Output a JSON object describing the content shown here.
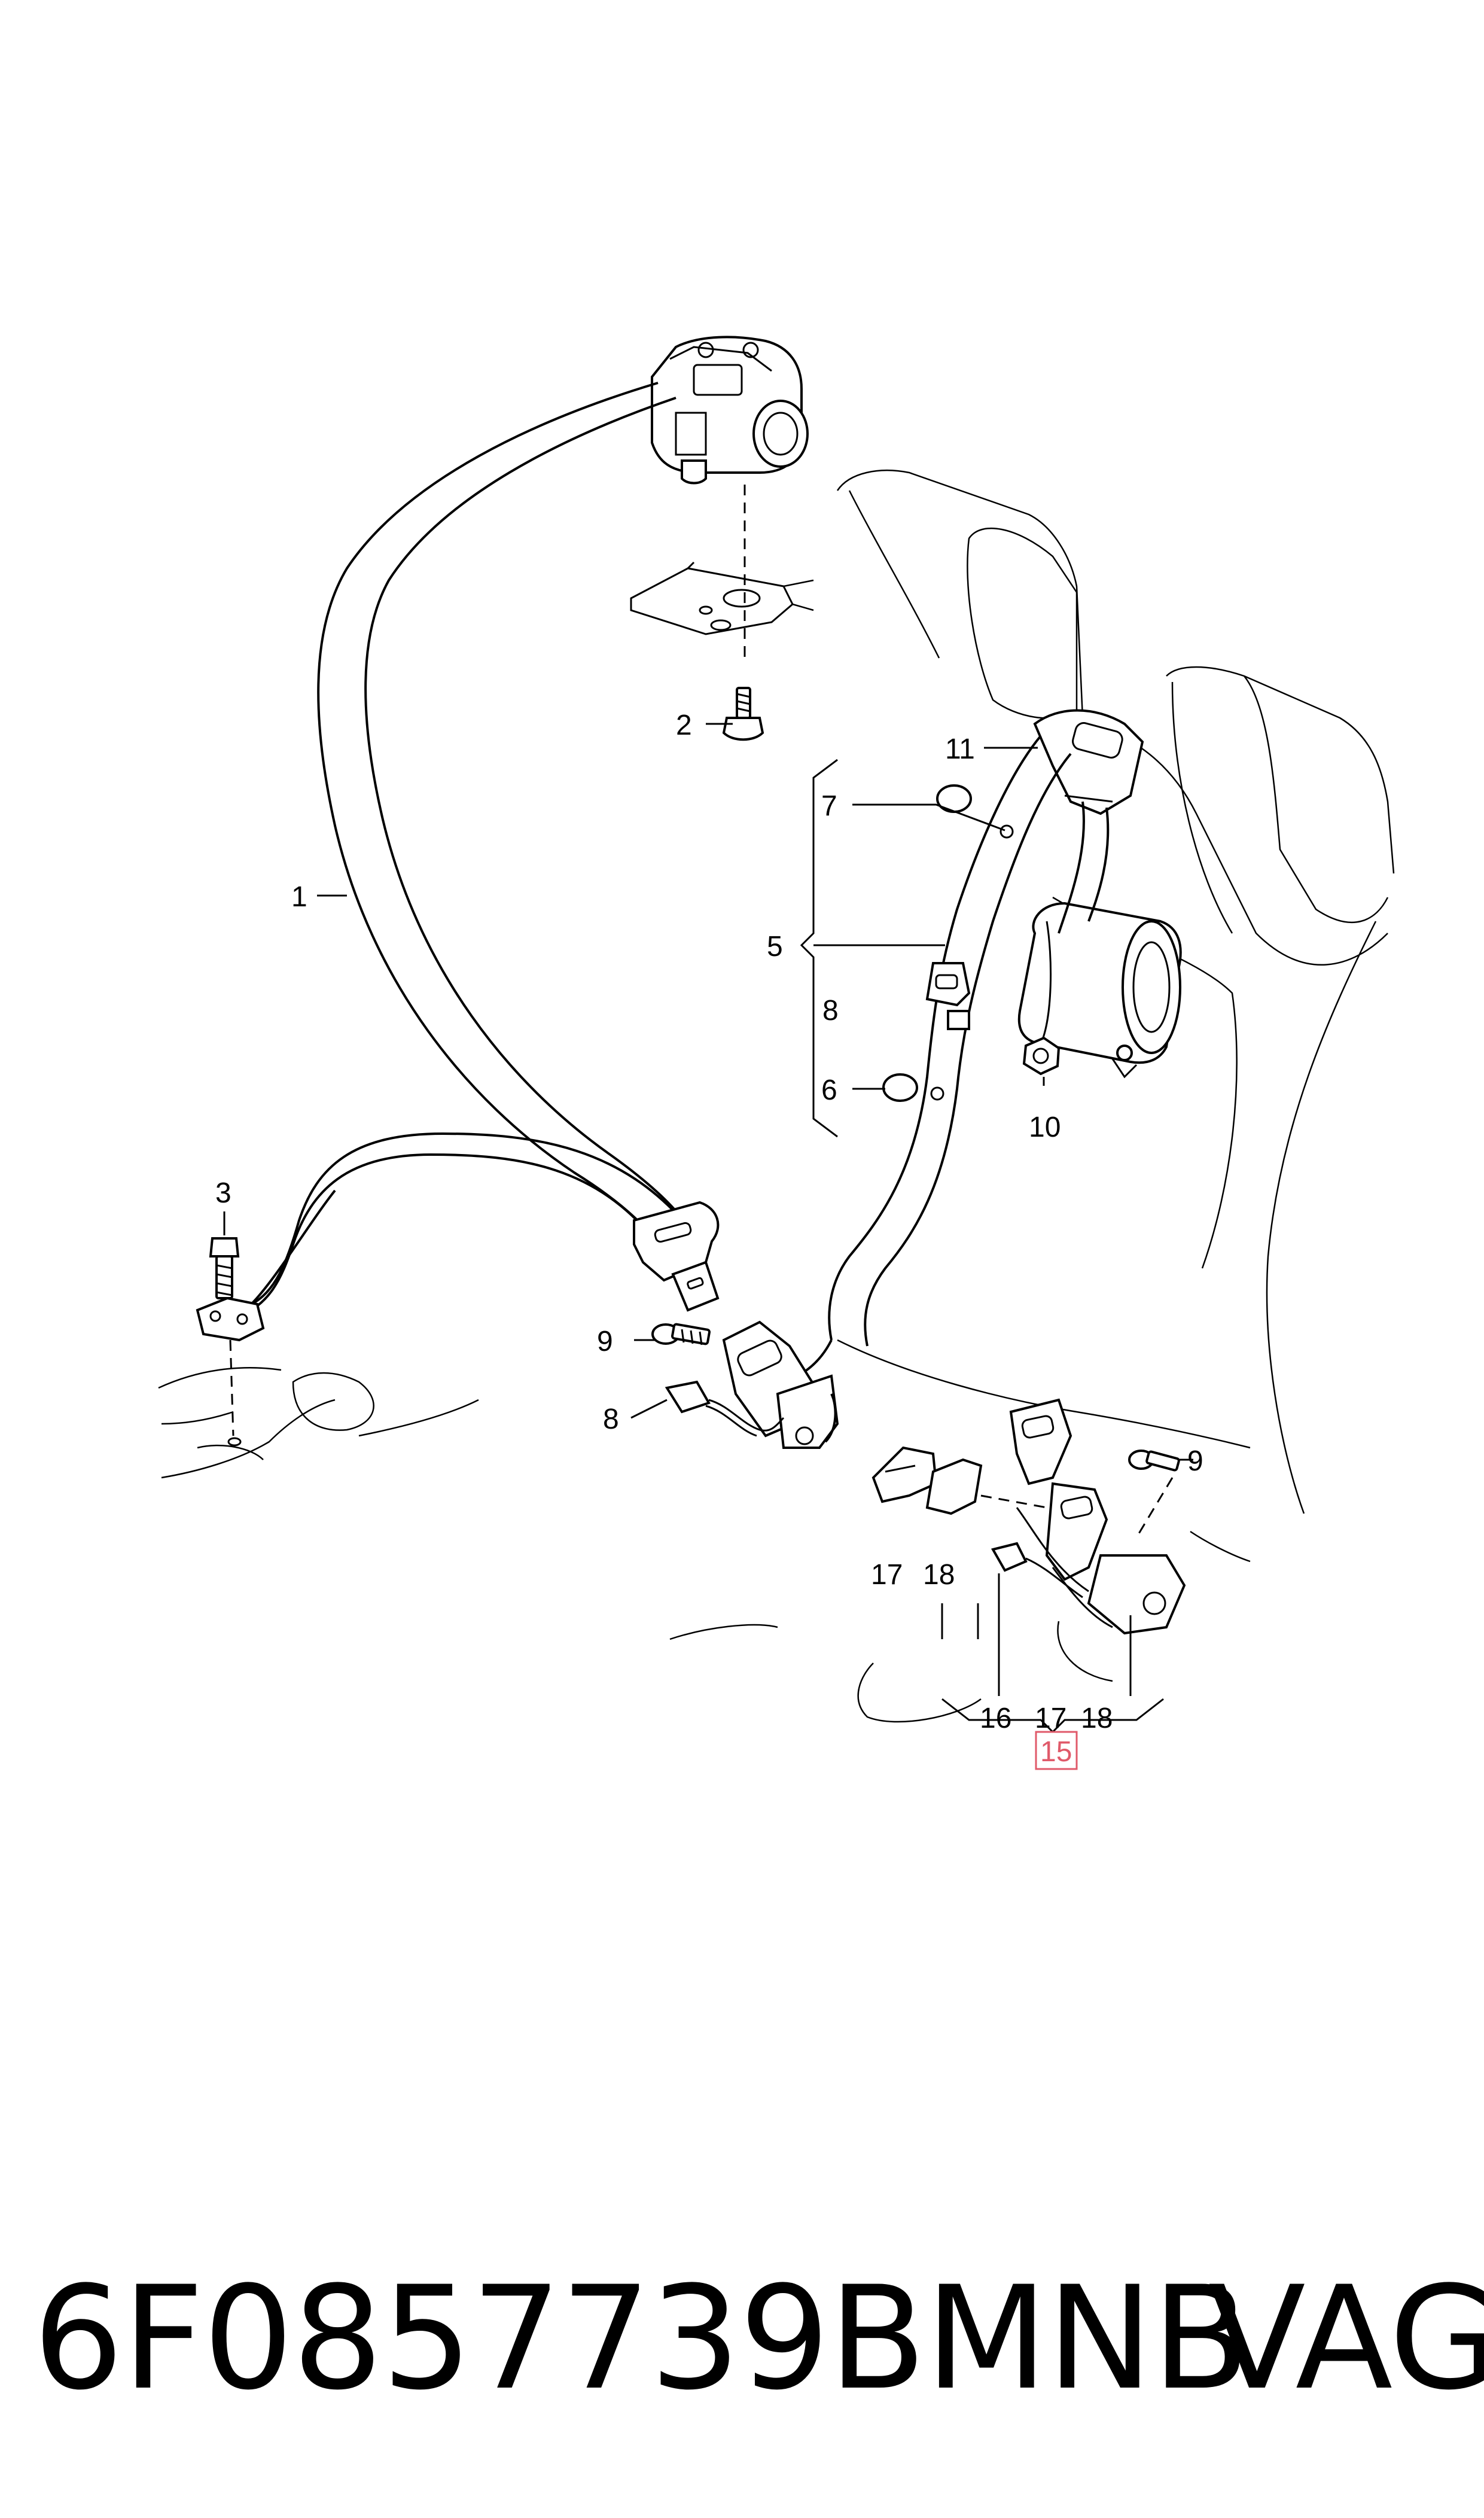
{
  "callouts": {
    "c1": "1",
    "c2": "2",
    "c3": "3",
    "c5": "5",
    "c6": "6",
    "c7": "7",
    "c8_range": "8",
    "c8": "8",
    "c9_left": "9",
    "c9_right": "9",
    "c10": "10",
    "c11": "11",
    "c15": "15",
    "c16": "16",
    "c17_top": "17",
    "c18_top": "18",
    "c17_bottom": "17",
    "c18_bottom": "18"
  },
  "footer": {
    "part_number": "6F0857739BMNB",
    "manufacturer": "VAG"
  },
  "colors": {
    "line": "#000000",
    "highlight_box": "#e05a6a",
    "highlight_text": "#e05a6a"
  }
}
